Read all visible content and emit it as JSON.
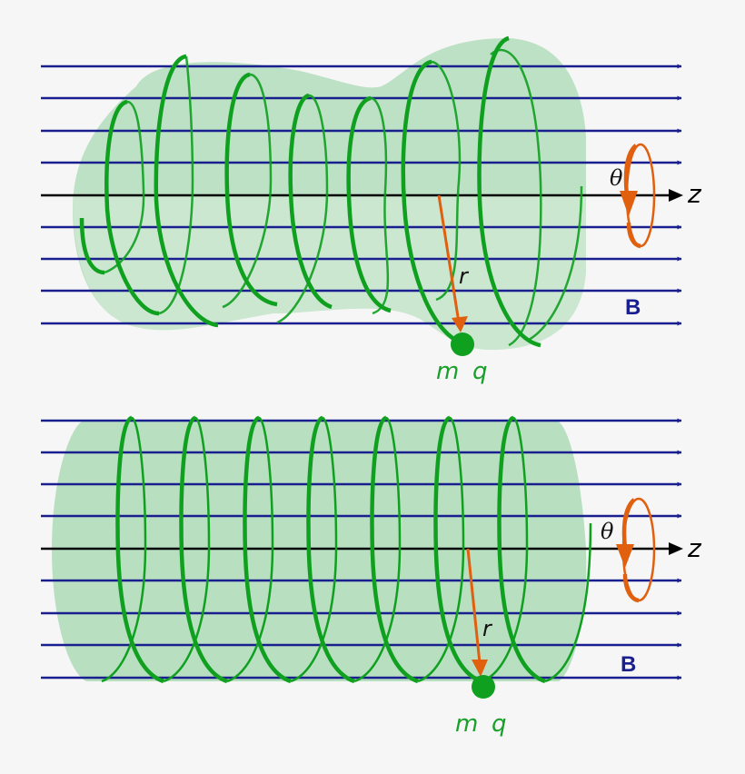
{
  "colors": {
    "background": "#f6f6f6",
    "field_line": "#1a1f8f",
    "axis": "#000000",
    "helix": "#10a020",
    "envelope": "#b9dfc1",
    "arrow_orange": "#e0600f",
    "particle": "#10a020"
  },
  "panels": [
    {
      "name": "non-uniform-field",
      "labels": {
        "axis": "z",
        "angle": "θ",
        "radius": "r",
        "field": "B",
        "mass": "m",
        "charge": "q"
      }
    },
    {
      "name": "uniform-field",
      "labels": {
        "axis": "z",
        "angle": "θ",
        "radius": "r",
        "field": "B",
        "mass": "m",
        "charge": "q"
      }
    }
  ]
}
